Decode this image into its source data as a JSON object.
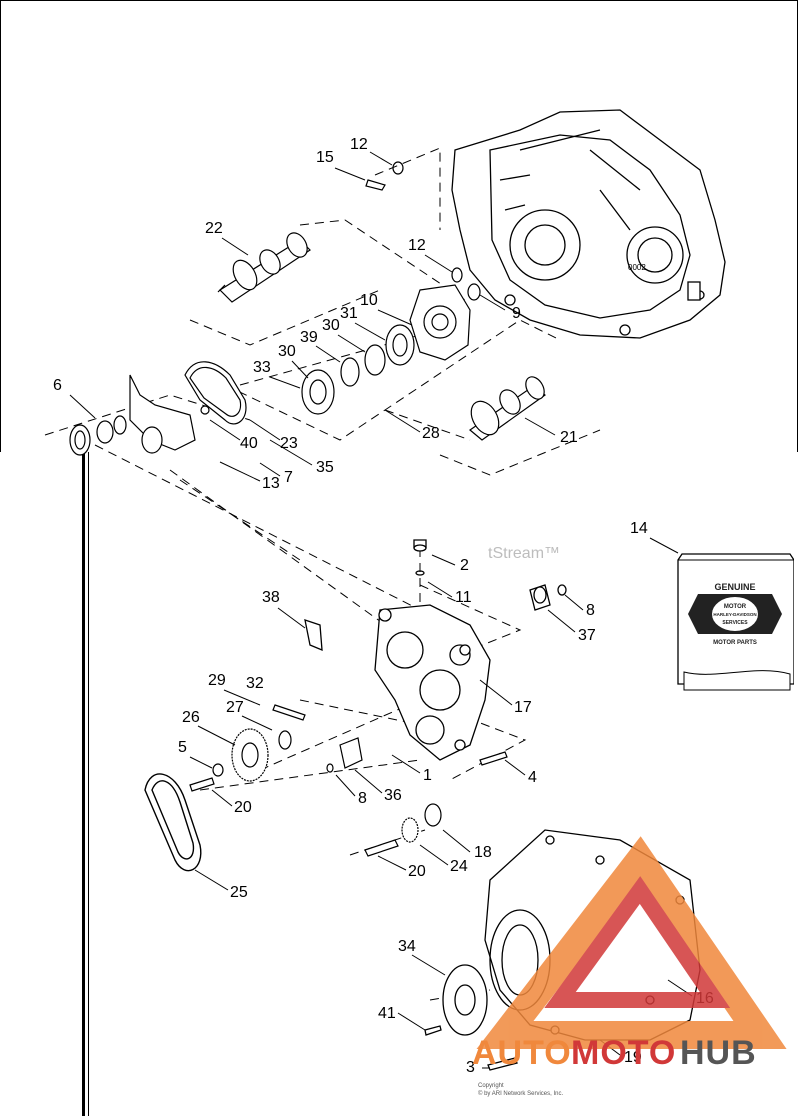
{
  "diagram": {
    "callouts": [
      {
        "id": "c12a",
        "text": "12"
      },
      {
        "id": "c15",
        "text": "15"
      },
      {
        "id": "c22",
        "text": "22"
      },
      {
        "id": "c12b",
        "text": "12"
      },
      {
        "id": "c10",
        "text": "10"
      },
      {
        "id": "c31",
        "text": "31"
      },
      {
        "id": "c39",
        "text": "39"
      },
      {
        "id": "c30a",
        "text": "30"
      },
      {
        "id": "c30b",
        "text": "30"
      },
      {
        "id": "c33",
        "text": "33"
      },
      {
        "id": "c9",
        "text": "9"
      },
      {
        "id": "c6",
        "text": "6"
      },
      {
        "id": "c40",
        "text": "40"
      },
      {
        "id": "c23",
        "text": "23"
      },
      {
        "id": "c35",
        "text": "35"
      },
      {
        "id": "c28",
        "text": "28"
      },
      {
        "id": "c21",
        "text": "21"
      },
      {
        "id": "c7",
        "text": "7"
      },
      {
        "id": "c13",
        "text": "13"
      },
      {
        "id": "c14",
        "text": "14"
      },
      {
        "id": "c2",
        "text": "2"
      },
      {
        "id": "c11",
        "text": "11"
      },
      {
        "id": "c38",
        "text": "38"
      },
      {
        "id": "c8a",
        "text": "8"
      },
      {
        "id": "c37",
        "text": "37"
      },
      {
        "id": "c17",
        "text": "17"
      },
      {
        "id": "c29",
        "text": "29"
      },
      {
        "id": "c32",
        "text": "32"
      },
      {
        "id": "c26",
        "text": "26"
      },
      {
        "id": "c27",
        "text": "27"
      },
      {
        "id": "c5",
        "text": "5"
      },
      {
        "id": "c1",
        "text": "1"
      },
      {
        "id": "c4",
        "text": "4"
      },
      {
        "id": "c8b",
        "text": "8"
      },
      {
        "id": "c36",
        "text": "36"
      },
      {
        "id": "c20a",
        "text": "20"
      },
      {
        "id": "c18",
        "text": "18"
      },
      {
        "id": "c24",
        "text": "24"
      },
      {
        "id": "c20b",
        "text": "20"
      },
      {
        "id": "c25",
        "text": "25"
      },
      {
        "id": "c34",
        "text": "34"
      },
      {
        "id": "c16",
        "text": "16"
      },
      {
        "id": "c41",
        "text": "41"
      },
      {
        "id": "c3",
        "text": "3"
      },
      {
        "id": "c19",
        "text": "19"
      }
    ],
    "watermark_stream": "tStream™",
    "crankcase_marking": "0002",
    "copyright_line1": "Copyright",
    "copyright_line2": "© by ARI Network Services, Inc."
  },
  "genuine_box": {
    "line1": "GENUINE",
    "line2": "MOTOR",
    "line3": "HARLEY-DAVIDSON",
    "line4": "SERVICES",
    "line5": "MOTOR PARTS"
  },
  "brand_logo": {
    "part1": "AUTO",
    "part2": "MOTO",
    "part3": "HUB",
    "color_primary": "#f0883c",
    "color_secondary": "#d13838",
    "color_dark": "#555555"
  }
}
